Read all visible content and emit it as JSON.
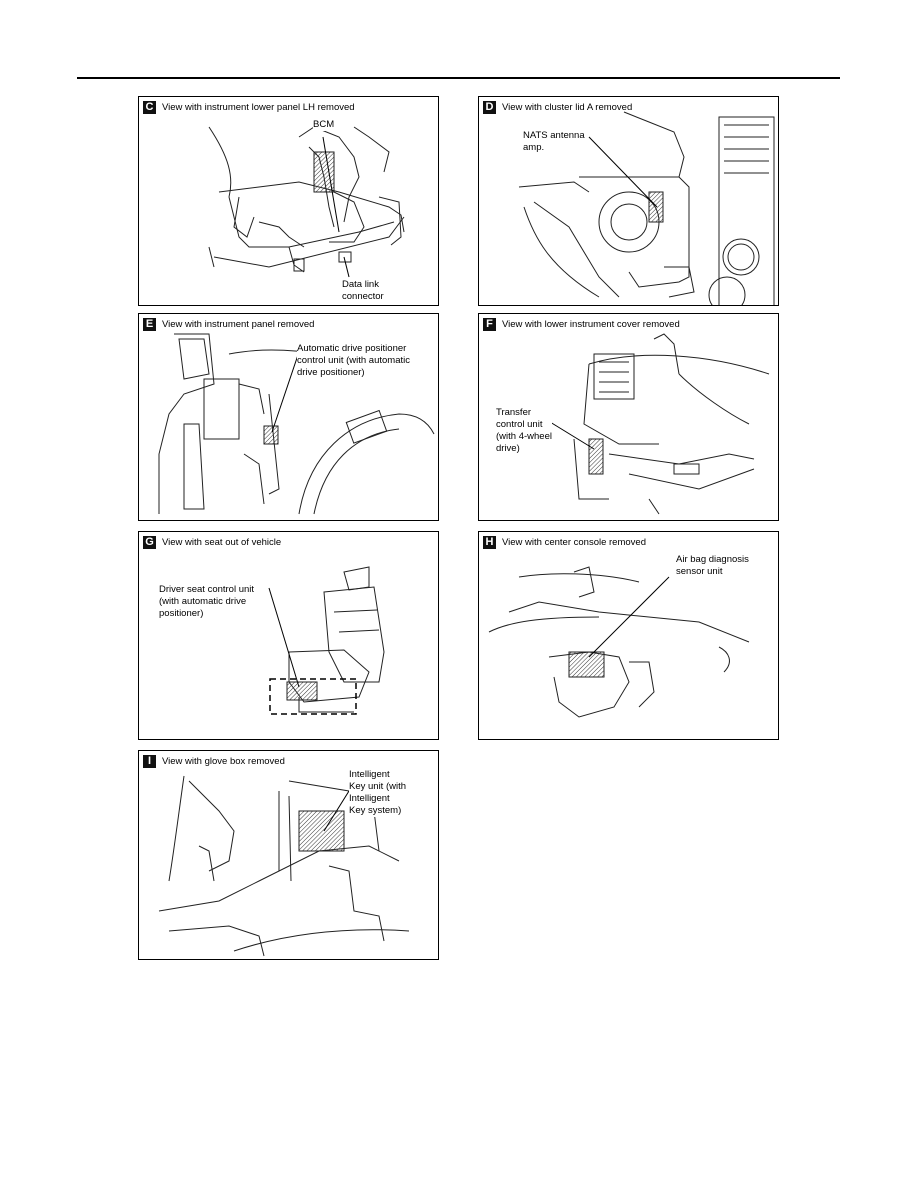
{
  "panels": {
    "c": {
      "letter": "C",
      "title": "View with instrument lower panel LH removed",
      "callouts": {
        "bcm": "BCM",
        "dlc_1": "Data link",
        "dlc_2": "connector"
      }
    },
    "d": {
      "letter": "D",
      "title": "View with cluster lid A removed",
      "callouts": {
        "nats_1": "NATS antenna",
        "nats_2": "amp."
      }
    },
    "e": {
      "letter": "E",
      "title": "View with instrument panel removed",
      "callouts": {
        "adp_1": "Automatic drive positioner",
        "adp_2": "control unit (with automatic",
        "adp_3": "drive positioner)"
      }
    },
    "f": {
      "letter": "F",
      "title": "View with lower instrument cover removed",
      "callouts": {
        "tcu_1": "Transfer",
        "tcu_2": "control unit",
        "tcu_3": "(with 4-wheel",
        "tcu_4": "drive)"
      }
    },
    "g": {
      "letter": "G",
      "title": "View with seat out of vehicle",
      "callouts": {
        "dsc_1": "Driver seat control unit",
        "dsc_2": "(with automatic drive",
        "dsc_3": "positioner)"
      }
    },
    "h": {
      "letter": "H",
      "title": "View with center console removed",
      "callouts": {
        "abd_1": "Air bag diagnosis",
        "abd_2": "sensor unit"
      }
    },
    "i": {
      "letter": "I",
      "title": "View with glove box removed",
      "callouts": {
        "iku_1": "Intelligent",
        "iku_2": "Key unit (with",
        "iku_3": "Intelligent",
        "iku_4": "Key system)"
      }
    }
  }
}
